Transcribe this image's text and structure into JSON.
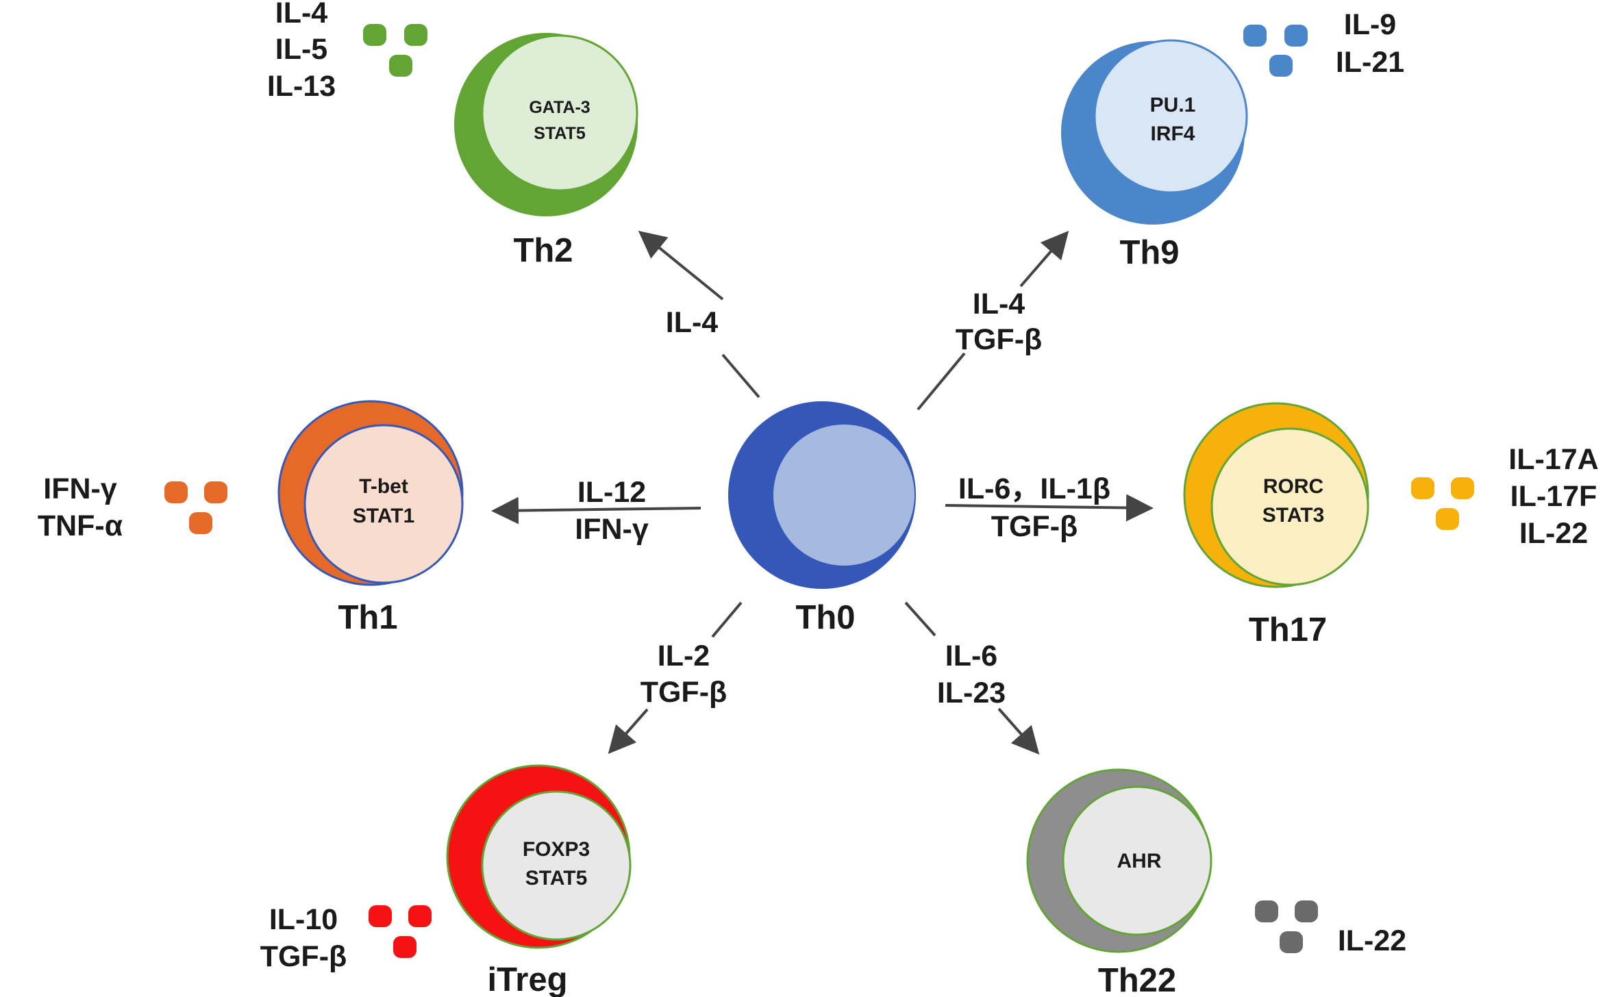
{
  "colors": {
    "th0_outer": "#3558b8",
    "th0_inner": "#a6badf",
    "th2_outer": "#62a535",
    "th2_inner": "#deedd5",
    "th9_outer": "#4a86c9",
    "th9_inner": "#d8e6f6",
    "th1_outer": "#e56a2a",
    "th1_inner": "#f8dccd",
    "th17_outer": "#f6b10b",
    "th17_inner": "#fcefc4",
    "itreg_outer": "#f51212",
    "itreg_inner": "#e8e8e8",
    "th22_outer": "#8e8e8e",
    "th22_inner": "#e8e8e8",
    "arrow": "#444444"
  },
  "cells": {
    "th0": {
      "label": "Th0"
    },
    "th2": {
      "label": "Th2",
      "tf": [
        "GATA-3",
        "STAT5"
      ],
      "cytokines": [
        "IL-4",
        "IL-5",
        "IL-13"
      ]
    },
    "th9": {
      "label": "Th9",
      "tf": [
        "PU.1",
        "IRF4"
      ],
      "cytokines": [
        "IL-9",
        "IL-21"
      ]
    },
    "th1": {
      "label": "Th1",
      "tf": [
        "T-bet",
        "STAT1"
      ],
      "cytokines": [
        "IFN-γ",
        "TNF-α"
      ]
    },
    "th17": {
      "label": "Th17",
      "tf": [
        "RORC",
        "STAT3"
      ],
      "cytokines": [
        "IL-17A",
        "IL-17F",
        "IL-22"
      ]
    },
    "itreg": {
      "label": "iTreg",
      "tf": [
        "FOXP3",
        "STAT5"
      ],
      "cytokines": [
        "IL-10",
        "TGF-β"
      ]
    },
    "th22": {
      "label": "Th22",
      "tf": [
        "AHR"
      ],
      "cytokines": [
        "IL-22"
      ]
    }
  },
  "signals": {
    "to_th2": [
      "IL-4"
    ],
    "to_th9": [
      "IL-4",
      "TGF-β"
    ],
    "to_th1": [
      "IL-12",
      "IFN-γ"
    ],
    "to_th17": [
      "IL-6，IL-1β",
      "TGF-β"
    ],
    "to_itreg": [
      "IL-2",
      "TGF-β"
    ],
    "to_th22": [
      "IL-6",
      "IL-23"
    ]
  }
}
